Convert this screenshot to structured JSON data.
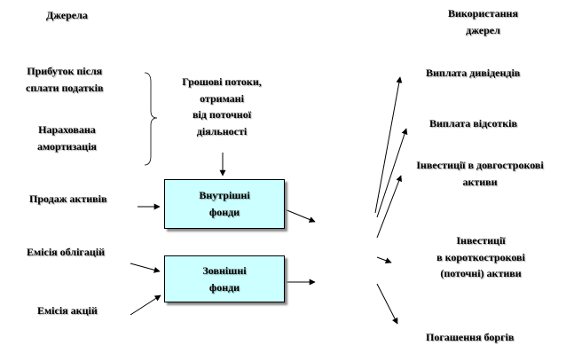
{
  "headers": {
    "sources": "Джерела",
    "uses_line1": "Використання",
    "uses_line2": "джерел"
  },
  "sources": {
    "profit_line1": "Прибуток після",
    "profit_line2": "сплати податків",
    "depreciation_line1": "Нарахована",
    "depreciation_line2": "амортизація",
    "asset_sale": "Продаж активів",
    "bond_issue": "Емісія облігацій",
    "share_issue": "Емісія акцій"
  },
  "cash_flow": {
    "line1": "Грошові потоки,",
    "line2": "отримані",
    "line3": "від поточної",
    "line4": "діяльності"
  },
  "funds": {
    "internal_line1": "Внутрішні",
    "internal_line2": "фонди",
    "external_line1": "Зовнішні",
    "external_line2": "фонди"
  },
  "uses": {
    "dividends": "Виплата дивідендів",
    "interest": "Виплата відсотків",
    "long_term_line1": "Інвестиції  в довгострокові",
    "long_term_line2": "активи",
    "short_term_line1": "Інвестиції",
    "short_term_line2": "в короткострокові",
    "short_term_line3": "(поточні)  активи",
    "debt_repayment": "Погашення боргів"
  },
  "colors": {
    "box_fill": "#ccffff",
    "line": "#000000"
  }
}
